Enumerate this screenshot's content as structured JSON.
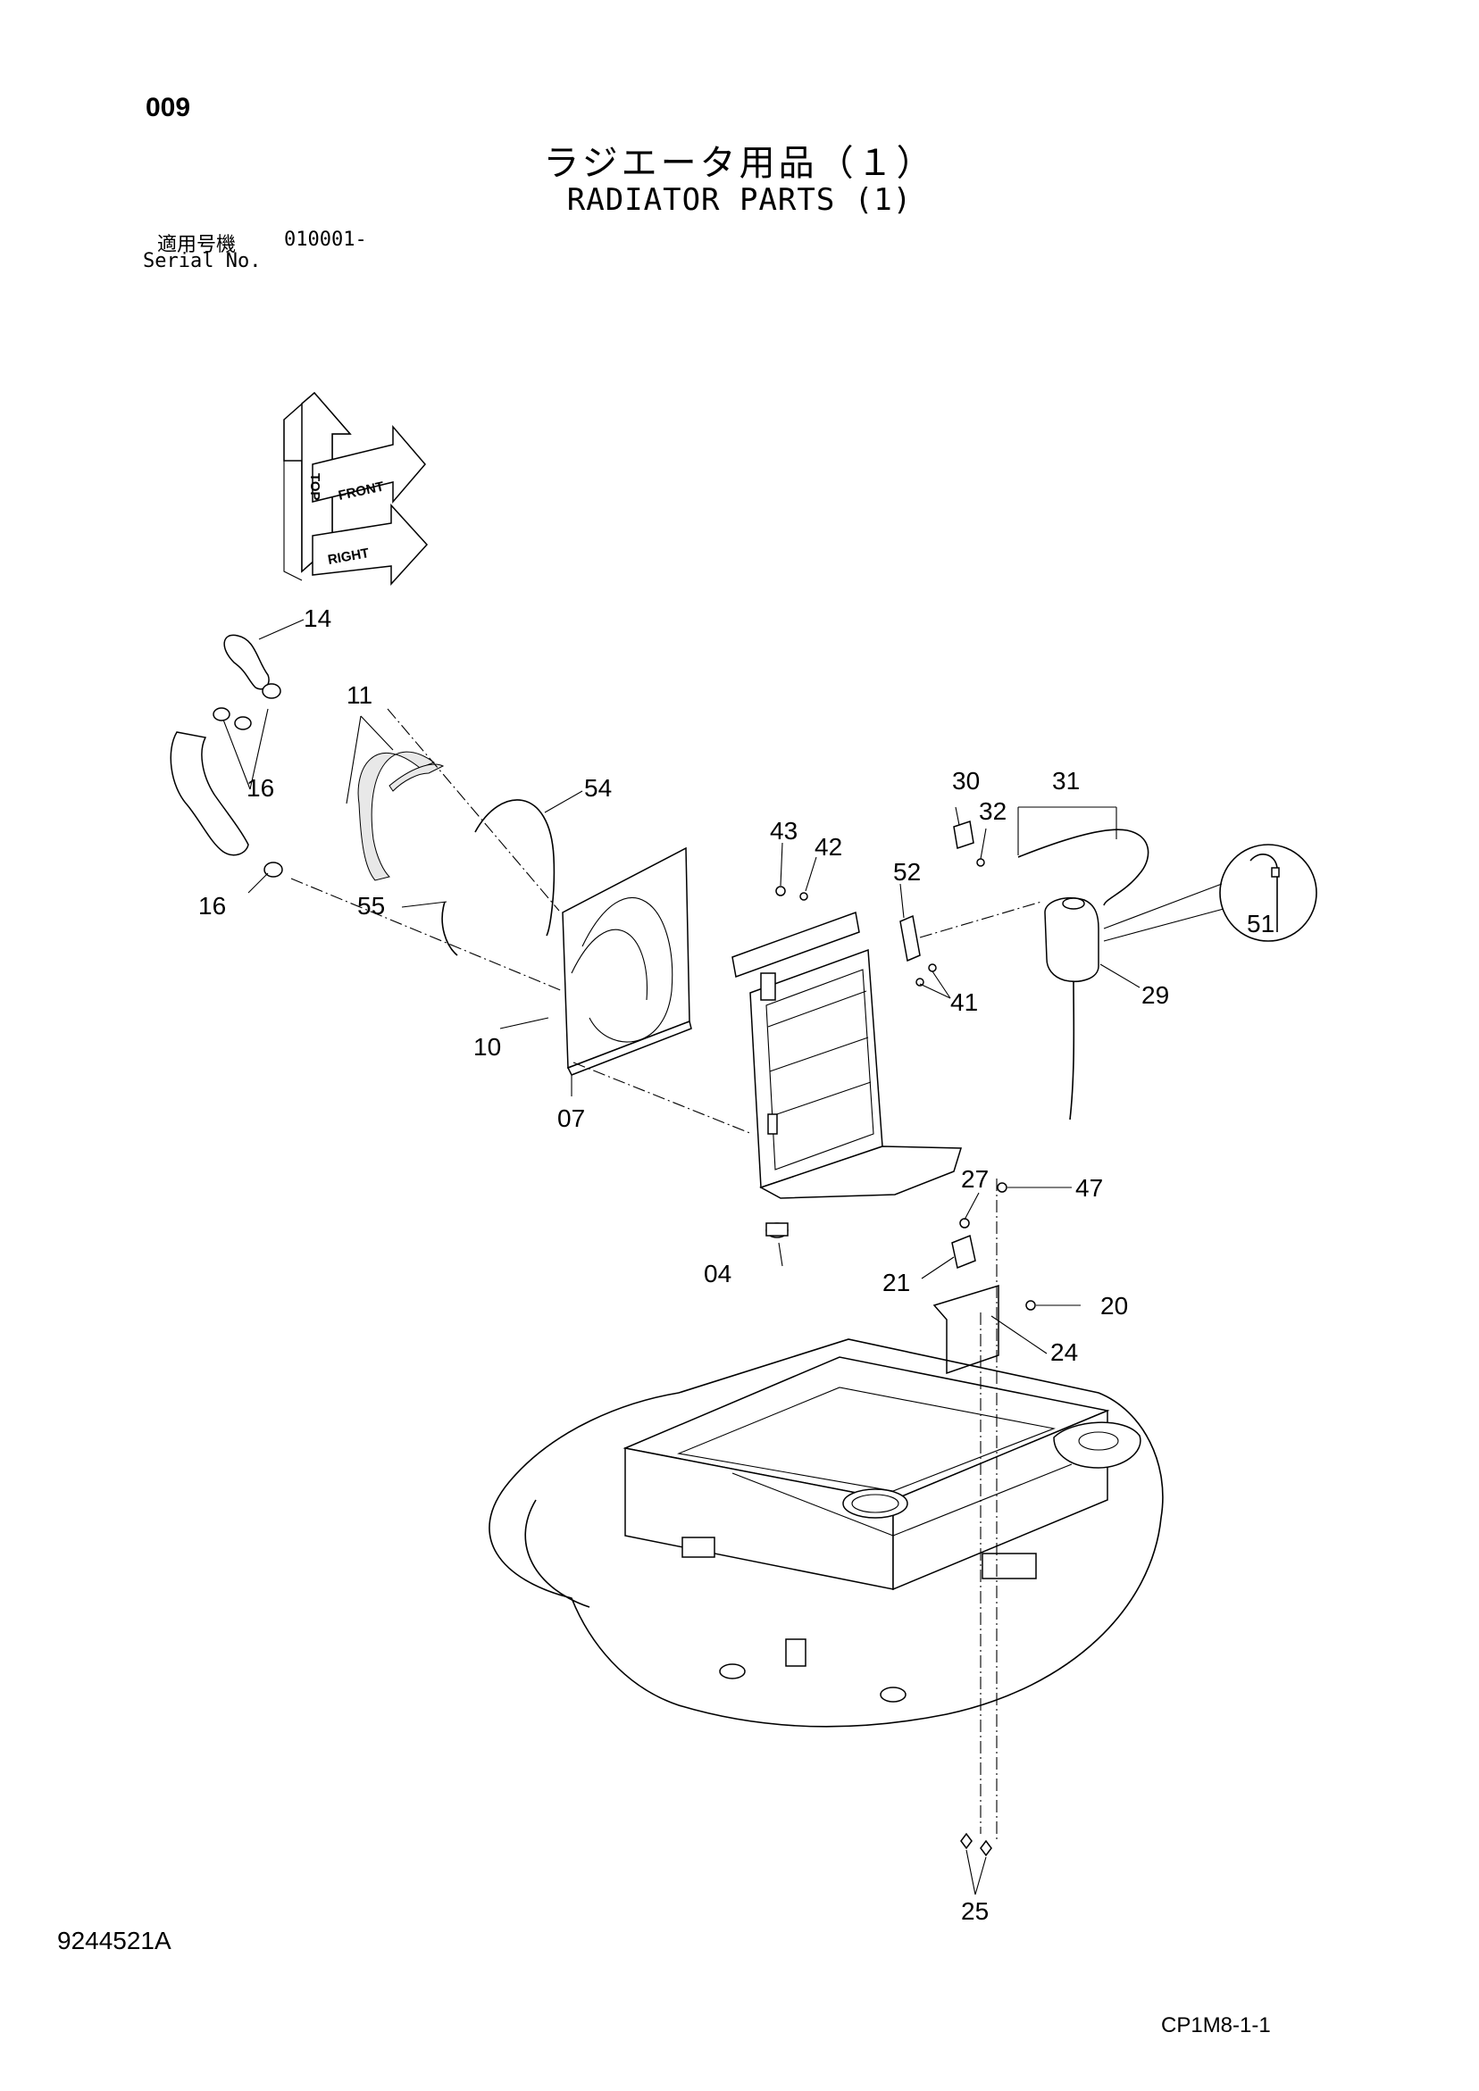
{
  "header": {
    "page_number": "009",
    "title_jp": "ラジエータ用品（１）",
    "title_en": "RADIATOR PARTS (1)",
    "serial_label_jp": "適用号機",
    "serial_value": "010001-",
    "serial_label_en": "Serial No."
  },
  "orientation": {
    "top": "TOP",
    "front": "FRONT",
    "right": "RIGHT"
  },
  "callouts": {
    "c04": "04",
    "c07": "07",
    "c10": "10",
    "c11": "11",
    "c14": "14",
    "c16a": "16",
    "c16b": "16",
    "c20": "20",
    "c21": "21",
    "c24": "24",
    "c25": "25",
    "c27": "27",
    "c29": "29",
    "c30": "30",
    "c31": "31",
    "c32": "32",
    "c41": "41",
    "c42": "42",
    "c43": "43",
    "c47": "47",
    "c51": "51",
    "c52": "52",
    "c54": "54",
    "c55": "55"
  },
  "footer": {
    "doc_id": "9244521A",
    "page_code": "CP1M8-1-1"
  }
}
